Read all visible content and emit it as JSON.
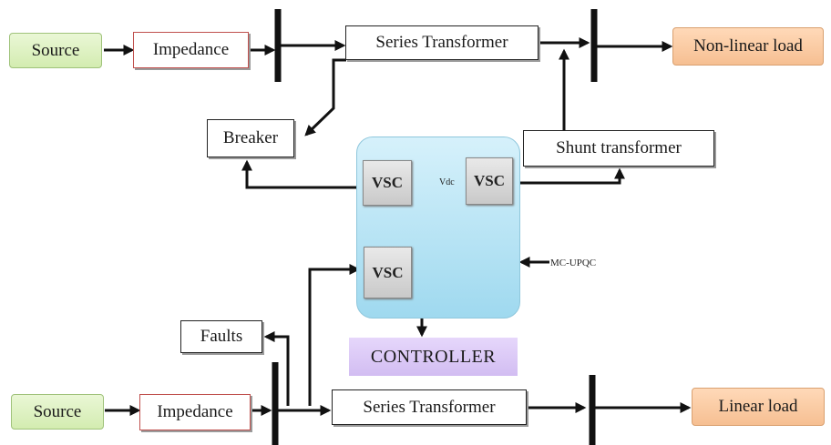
{
  "top_feeder": {
    "source": "Source",
    "impedance": "Impedance",
    "series_transformer": "Series Transformer",
    "load": "Non-linear load"
  },
  "bottom_feeder": {
    "source": "Source",
    "impedance": "Impedance",
    "series_transformer": "Series Transformer",
    "load": "Linear load"
  },
  "breaker": "Breaker",
  "shunt_transformer": "Shunt transformer",
  "faults": "Faults",
  "controller": "CONTROLLER",
  "upqc": {
    "label": "MC-UPQC",
    "vsc_top_left": "VSC",
    "vsc_top_right": "VSC",
    "vsc_bottom": "VSC",
    "dc_link": "Vdc"
  }
}
